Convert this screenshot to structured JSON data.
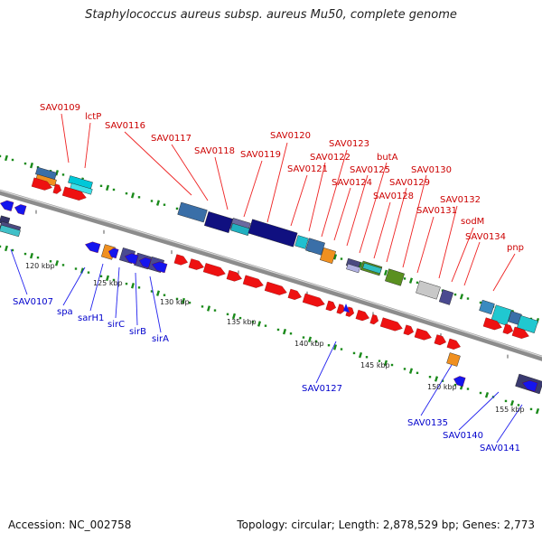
{
  "title": "Staphylococcus aureus subsp. aureus Mu50, complete genome",
  "footer": {
    "accession": "Accession: NC_002758",
    "stats": "Topology: circular; Length: 2,878,529 bp; Genes: 2,773"
  },
  "colors": {
    "backbone": "#8c8c8c",
    "forward_gene": "#ee1111",
    "reverse_gene": "#1515ee",
    "dots": "#1a8a1a",
    "label_forward": "#cc0000",
    "label_reverse": "#0000cc"
  },
  "scale_labels": [
    "120 kbp",
    "125 kbp",
    "130 kbp",
    "135 kbp",
    "140 kbp",
    "145 kbp",
    "150 kbp",
    "155 kbp"
  ],
  "forward_labels": [
    "SAV0109",
    "lctP",
    "SAV0116",
    "SAV0117",
    "SAV0118",
    "SAV0119",
    "SAV0120",
    "SAV0121",
    "SAV0122",
    "SAV0123",
    "SAV0124",
    "SAV0125",
    "butA",
    "SAV0128",
    "SAV0129",
    "SAV0130",
    "SAV0131",
    "SAV0132",
    "sodM",
    "SAV0134",
    "pnp"
  ],
  "reverse_labels": [
    "SAV0107",
    "spa",
    "sarH1",
    "sirC",
    "sirB",
    "sirA",
    "SAV0127",
    "SAV0135",
    "SAV0140",
    "SAV0141"
  ]
}
